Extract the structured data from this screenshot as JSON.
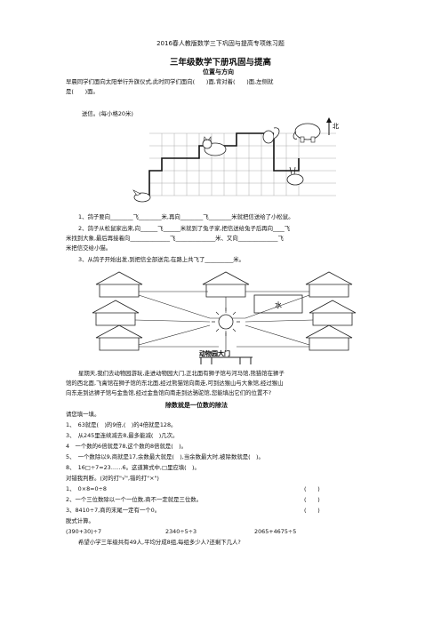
{
  "header": "2016春人教版数学三下巩固与提高专项练习题",
  "title": "三年级数学下册巩固与提高",
  "section1": {
    "heading": "位置与方向",
    "intro_line1": "早晨同学们面向太阳举行升旗仪式,此时同学们面向(　　)面,背对着(　　)面,左侧就",
    "intro_line2": "是(　　)面。",
    "letter_note": "送信。(每小格20米)",
    "north_label": "北",
    "q1": "1、鸽子要向________飞________米,再向________飞________米就把信送给了小松鼠。",
    "q2_line1": "2、鸽子从松鼠家出来,向______飞______米就到了兔子家,把信送给兔子后再向____飞",
    "q2_line2": "米找到大象,最后再接着向______________飞______________米、又向______________飞",
    "q2_line3": "米把信交给小猫。",
    "q3": "3、从鸽子开始出发,到把信全部送完,在路上共飞了__________米。",
    "zoo_water_label": "水",
    "zoo_gate_label": "动物园大门",
    "zoo_para_line1": "星期天,我们去动物园游玩,走进动物园大门,正北面有狮子馆与河马馆,熊猫馆在狮子",
    "zoo_para_line2": "馆的西北面,飞禽馆在狮子馆的东北面,经过熊猫馆向南走,可到达猴山与大象馆,经过猴山",
    "zoo_para_line3": "向东走到达狮子馆与金鱼馆,经过金鱼馆向南走到达骆驼馆,您能填出它们的位置不?"
  },
  "section2": {
    "heading": "除数就是一位数的除法",
    "fill_heading": "请您填一填。",
    "fill_items": [
      "1、　63就是(　)的9倍,(　)的4倍就是128。",
      "3、　从245里连续减去8,最多能减(　)几次。",
      "4　一个数的6倍就是78,这个数的8倍就是(　)。",
      "5、　一个数除以9,商就是17,余数最大就是(　),当余数最大时,被除数就是(　)。",
      "8、　16□÷7=23……6。这道算式中,□里应填(　)。"
    ],
    "judge_heading": "对错我判断。(对的打\"√\",错的打\"×\")",
    "judge_items": [
      {
        "text": "1、　0×8=0÷8",
        "blank": "(　　)"
      },
      {
        "text": "2、一个三位数除以一个一位数,商不一定就是三位数。",
        "blank": "(　　)"
      },
      {
        "text": "3、8410÷7,商的末尾一定有一个0。",
        "blank": "(　　)"
      }
    ],
    "calc_heading": "脱式计算。",
    "calc_items": [
      "(390+30)÷7",
      "2340÷5÷3",
      "2065+4675÷5"
    ],
    "word_problem": "希望小学三年级共有49人,平均分成8组,每组多少人?还剩下几人?"
  }
}
